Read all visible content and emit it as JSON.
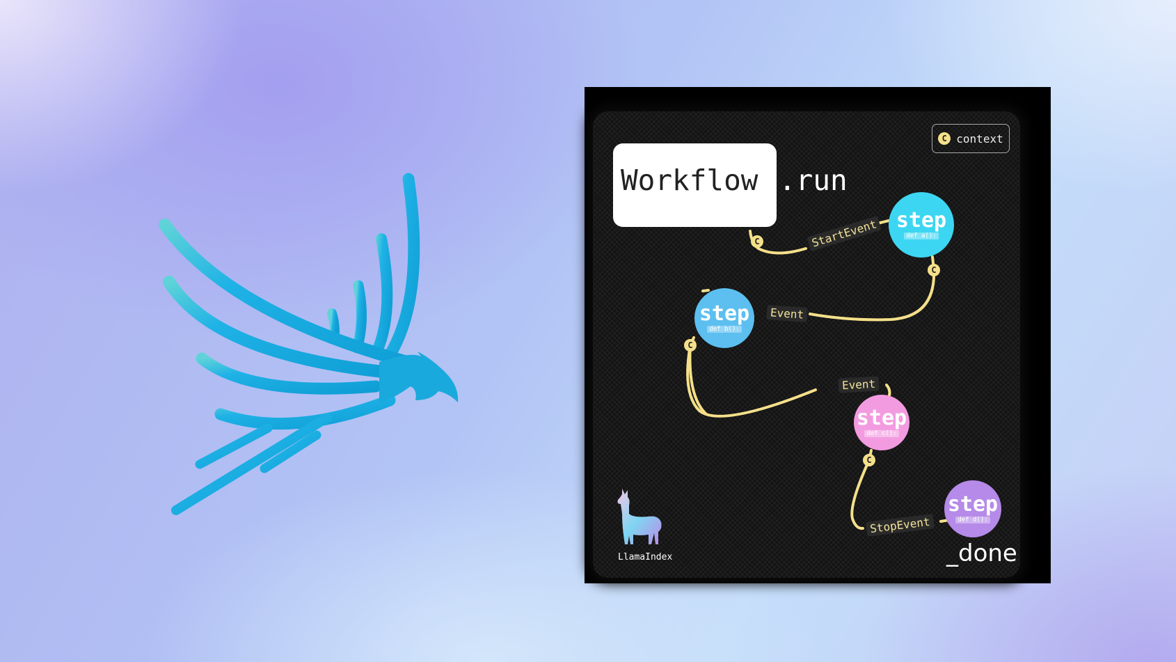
{
  "logo": {
    "name": "bird-logo",
    "color": "#1aa9dc"
  },
  "diagram": {
    "title": "Workflow",
    "title_suffix": ".run",
    "context_badge": {
      "icon": "C",
      "label": "context"
    },
    "steps": [
      {
        "label": "step",
        "def": "def a():",
        "color": "#3dd6f2"
      },
      {
        "label": "step",
        "def": "def b():",
        "color": "#5cbff0"
      },
      {
        "label": "step",
        "def": "def c():",
        "color": "#f39be0"
      },
      {
        "label": "step",
        "def": "def d():",
        "color": "#b58ae8"
      }
    ],
    "events": [
      "StartEvent",
      "Event",
      "Event",
      "StopEvent"
    ],
    "context_marker": "C",
    "edge_color": "#f5e08a",
    "brand": "LlamaIndex",
    "footer": "_done"
  }
}
